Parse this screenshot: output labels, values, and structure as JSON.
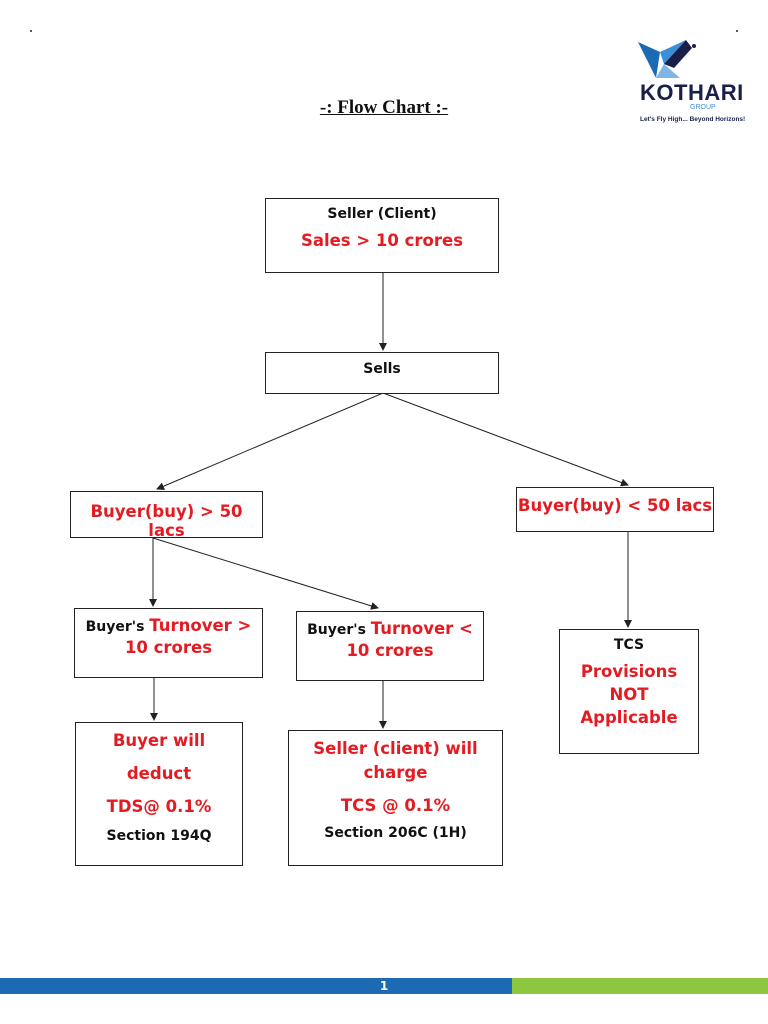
{
  "header": {
    "title": "-: Flow Chart :-"
  },
  "logo": {
    "word": "KOTHARI",
    "group": "GROUP",
    "tagline": "Let's Fly High... Beyond Horizons!"
  },
  "nodes": {
    "seller": {
      "line1": "Seller (Client)",
      "line2": "Sales > 10 crores"
    },
    "sells": {
      "line1": "Sells"
    },
    "buyer_gt": {
      "line1": "Buyer(buy) > 50 lacs"
    },
    "buyer_lt": {
      "line1": "Buyer(buy) < 50 lacs"
    },
    "turnover_gt": {
      "prefix": "Buyer's ",
      "red1": "Turnover >",
      "red2": "10 crores"
    },
    "turnover_lt": {
      "prefix": "Buyer's ",
      "red1": "Turnover <",
      "red2": "10 crores"
    },
    "tds": {
      "line1": "Buyer will",
      "line2": "deduct",
      "line3": "TDS@ 0.1%",
      "line4": "Section 194Q"
    },
    "tcs_charge": {
      "line1": "Seller (client) will",
      "line2": "charge",
      "line3": "TCS @ 0.1%",
      "line4": "Section 206C (1H)"
    },
    "tcs_na": {
      "line1": "TCS",
      "line2": "Provisions",
      "line3": "NOT",
      "line4": "Applicable"
    }
  },
  "footer": {
    "page_number": "1",
    "colors": {
      "blue": "#1b6ab3",
      "green": "#8dc63f"
    }
  },
  "colors": {
    "red_text": "#e31c23",
    "border": "#222222"
  }
}
